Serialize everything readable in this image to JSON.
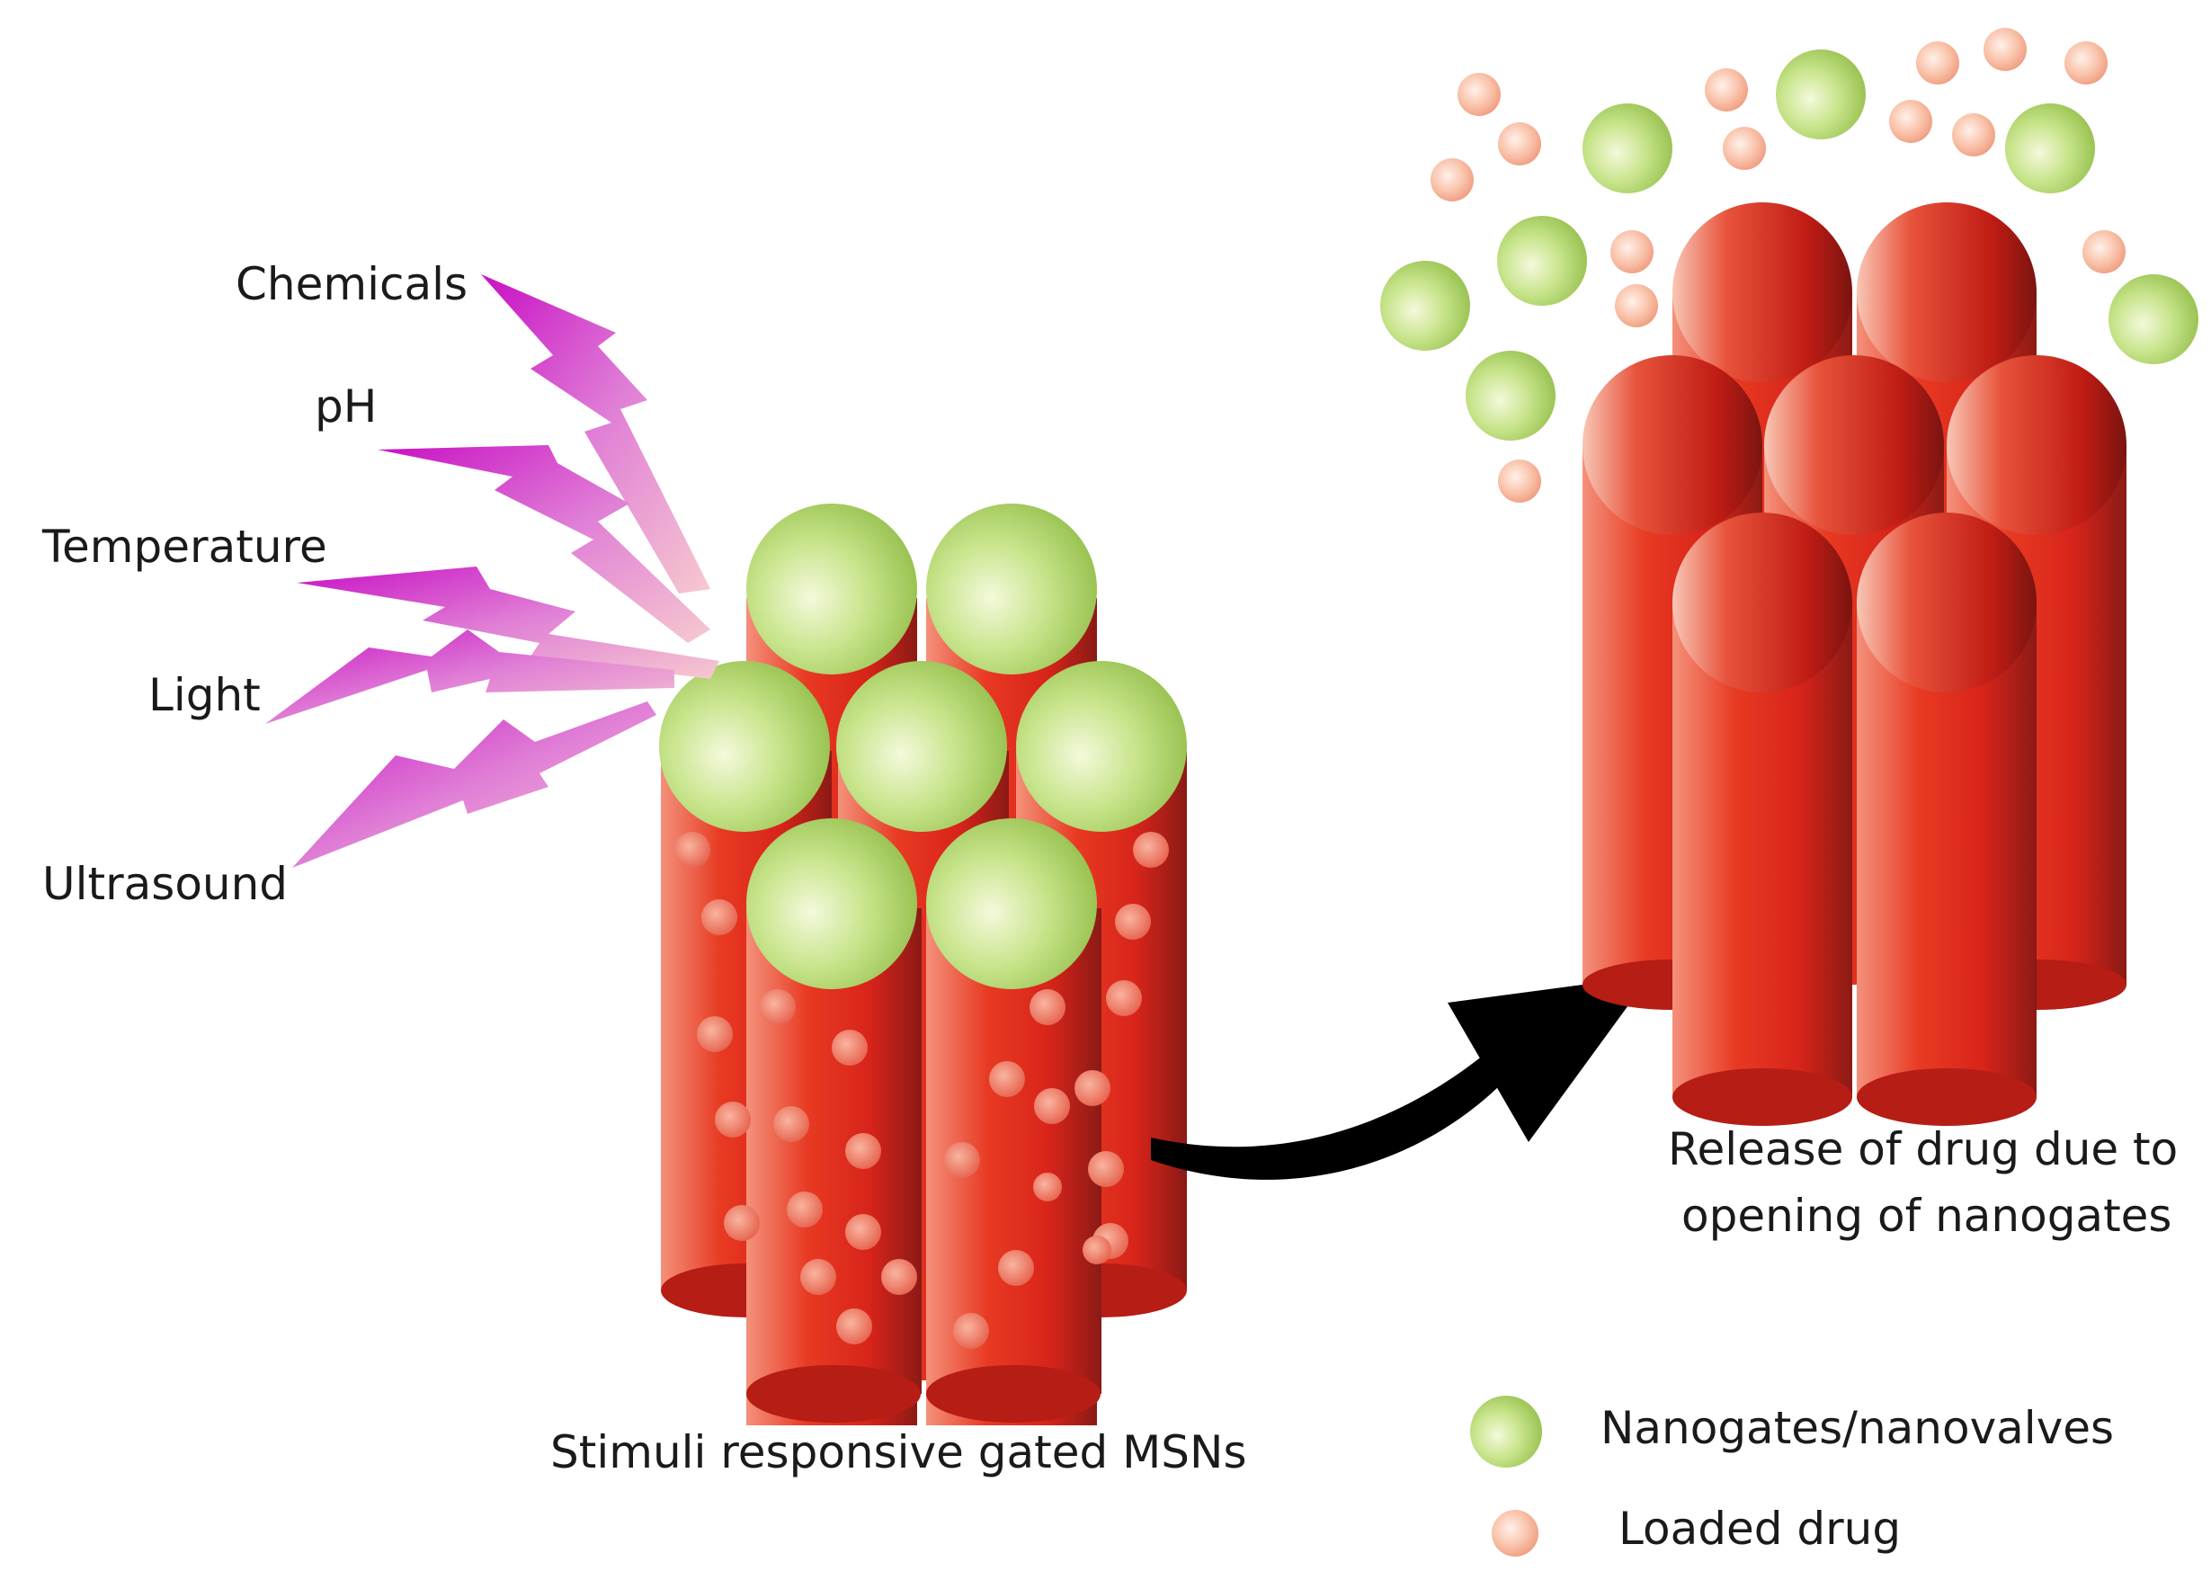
{
  "stimuli": {
    "items": [
      "Chemicals",
      "pH",
      "Temperature",
      "Light",
      "Ultrasound"
    ]
  },
  "captions": {
    "gated": "Stimuli responsive gated MSNs",
    "release_line1": "Release of drug due to",
    "release_line2": "opening of nanogates"
  },
  "legend": {
    "nanogates": "Nanogates/nanovalves",
    "drug": "Loaded drug"
  },
  "colors": {
    "tube_light": "#f4917b",
    "tube_mid": "#e0261a",
    "tube_dark": "#8b1a15",
    "gate_light": "#f2f8d8",
    "gate_mid": "#bfe07b",
    "gate_dark": "#8fbb45",
    "drug_light": "#fff0e8",
    "drug_mid": "#f8b59a",
    "bolt_dark": "#c80fc4",
    "bolt_light": "#f7c9cf",
    "arrow": "#000000",
    "text": "#1a1a1a"
  }
}
